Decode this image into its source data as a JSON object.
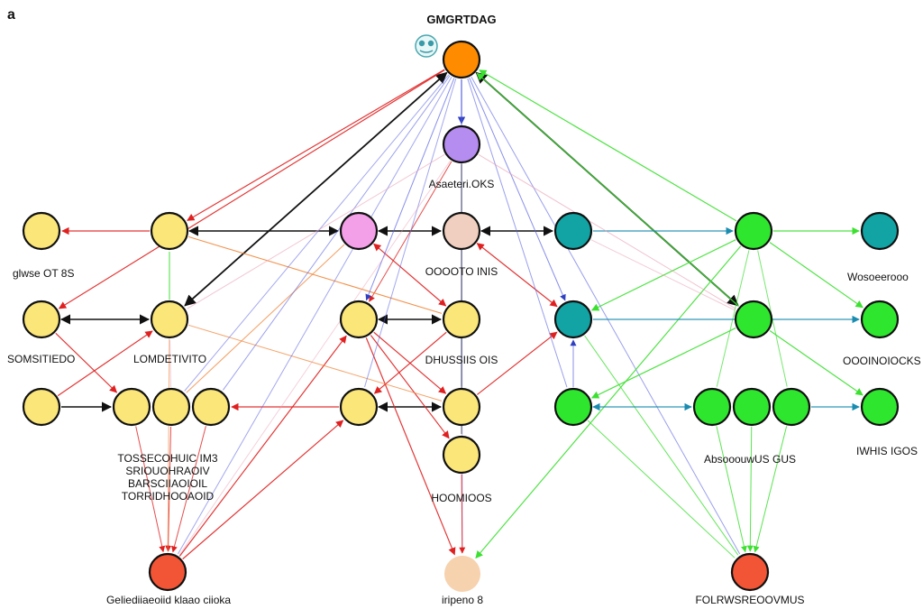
{
  "panel_letter": "a",
  "title": "GMGRTDAG",
  "labels": {
    "center_upper": "Asaeteri.OKS",
    "left_upper": "glwse OT 8S",
    "left_middle_a": "SOMSITIEDO",
    "left_middle_b": "LOMDETIVITO",
    "left_lower_block": "TOSSECOHUIC IM3\nSRIOUOHRAOIV\nBARSCIIAOIOIL\nTORRIDHOOAOID",
    "center_row1": "OOOOTO INIS",
    "center_row2": "DHUSSIIS OIS",
    "center_row4": "HOOMIOOS",
    "right_upper": "Wosoeerooo",
    "right_middle": "OOOINOIOCKS",
    "right_lower_a": "AbsooouwUS GUS",
    "right_lower_b": "IWHIS IGOS",
    "bottom_left": "Geliediiaeoiid klaao ciioka",
    "bottom_center": "iripeno 8",
    "bottom_right": "FOLRWSREOOVMUS"
  },
  "colors": {
    "node_yellow": "#fbe67a",
    "node_orange": "#ff8c00",
    "node_purple": "#b58cf0",
    "node_pink": "#f4a0e8",
    "node_peach": "#f0cfc0",
    "node_teal": "#12a4a4",
    "node_green": "#2ee62e",
    "node_red_orange": "#f25535",
    "node_tan": "#f5caa0",
    "edge_red": "#e02020",
    "edge_orange": "#f08030",
    "edge_blue": "#5560e0",
    "edge_green": "#3ce030",
    "edge_black": "#111111",
    "edge_pink": "#e89ab0",
    "edge_teal": "#1a8cb0"
  },
  "icons": {
    "top_badge": "robot-face-icon"
  }
}
